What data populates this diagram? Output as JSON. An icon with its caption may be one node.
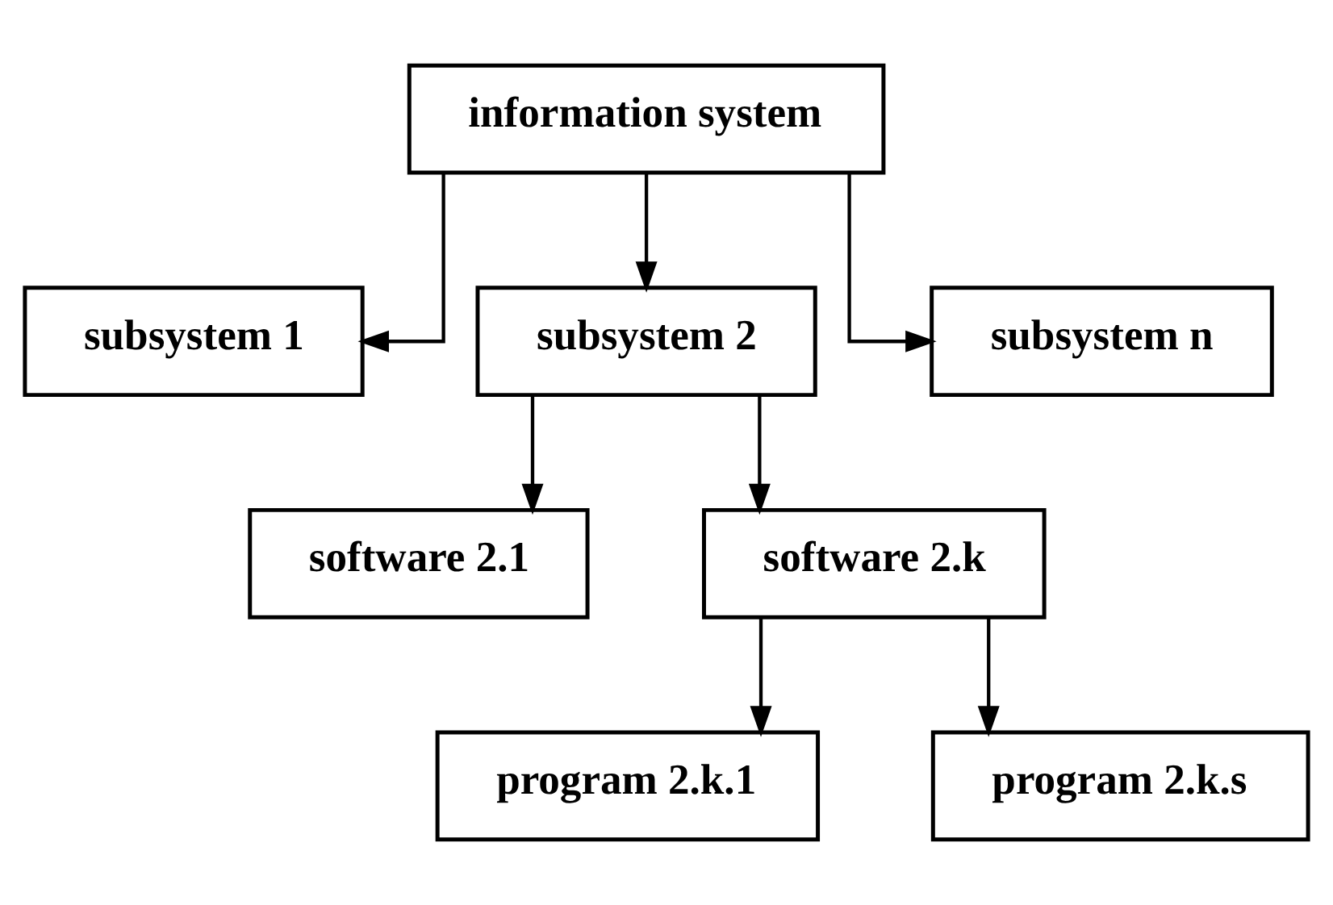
{
  "diagram": {
    "nodes": [
      {
        "text": [
          "information system"
        ]
      },
      {
        "text": [
          "subsystem 1"
        ]
      },
      {
        "text": [
          "subsystem 2"
        ]
      },
      {
        "text": [
          "subsystem n"
        ]
      },
      {
        "text": [
          "software 2.1"
        ]
      },
      {
        "text": [
          "software 2.k"
        ]
      },
      {
        "text": [
          "program 2.k.1"
        ]
      },
      {
        "text": [
          "program 2.k.s"
        ]
      }
    ],
    "edges": [
      {
        "from": 0,
        "to": 1,
        "arrow": "to"
      },
      {
        "from": 0,
        "to": 2,
        "arrow": "to"
      },
      {
        "from": 0,
        "to": 3,
        "arrow": "to"
      },
      {
        "from": 2,
        "to": 4,
        "arrow": "to"
      },
      {
        "from": 2,
        "to": 5,
        "arrow": "to"
      },
      {
        "from": 5,
        "to": 6,
        "arrow": "to"
      },
      {
        "from": 5,
        "to": 7,
        "arrow": "to"
      }
    ]
  }
}
